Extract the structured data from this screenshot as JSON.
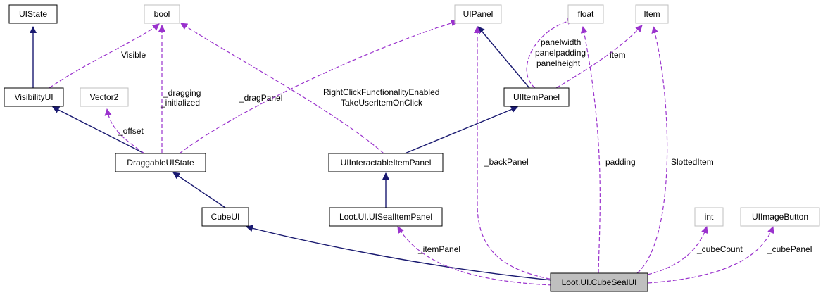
{
  "nodes": {
    "uistate": "UIState",
    "bool": "bool",
    "uipanel": "UIPanel",
    "float": "float",
    "item": "Item",
    "visibilityui": "VisibilityUI",
    "vector2": "Vector2",
    "uiitempanel": "UIItemPanel",
    "draggableuistate": "DraggableUIState",
    "uiinteractableitempanel": "UIInteractableItemPanel",
    "cubeui": "CubeUI",
    "uisealitempanel": "Loot.UI.UISealItemPanel",
    "int": "int",
    "uiimagebutton": "UIImageButton",
    "cubesealui": "Loot.UI.CubeSealUI"
  },
  "edge_labels": {
    "visible": "Visible",
    "dragging": "_dragging",
    "initialized": "_initialized",
    "offset": "_offset",
    "dragpanel": "_dragPanel",
    "rightclick": "RightClickFunctionalityEnabled",
    "takeuser": "TakeUserItemOnClick",
    "panelwidth": "panelwidth",
    "panelpadding": "panelpadding",
    "panelheight": "panelheight",
    "item": "item",
    "backpanel": "_backPanel",
    "padding": "padding",
    "slotteditem": "SlottedItem",
    "itempanel": "_itemPanel",
    "cubecount": "_cubeCount",
    "cubepanel": "_cubePanel"
  },
  "colors": {
    "inheritance": "#191970",
    "usage": "#9a32cd",
    "focus_fill": "#bfbfbf"
  }
}
